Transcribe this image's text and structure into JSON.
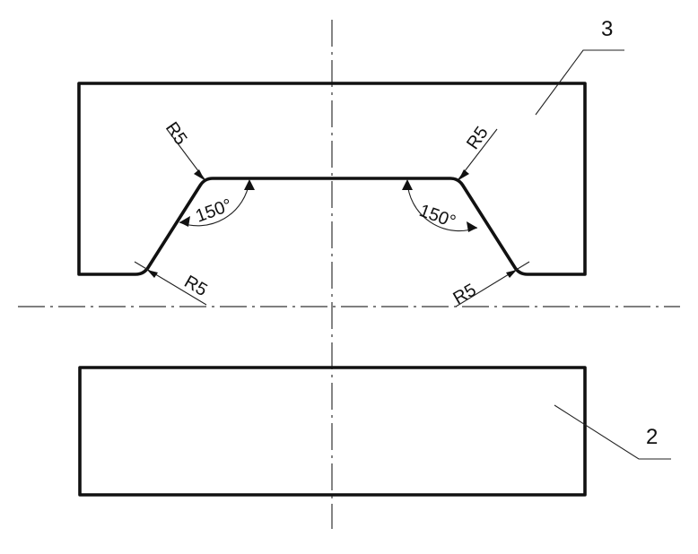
{
  "callouts": {
    "upper_part": "3",
    "lower_part": "2"
  },
  "dimensions": {
    "radius_top_left": "R5",
    "radius_top_right": "R5",
    "radius_bottom_left": "R5",
    "radius_bottom_right": "R5",
    "angle_left": "150°",
    "angle_right": "150°"
  },
  "colors": {
    "line": "#111111",
    "background": "#ffffff"
  }
}
